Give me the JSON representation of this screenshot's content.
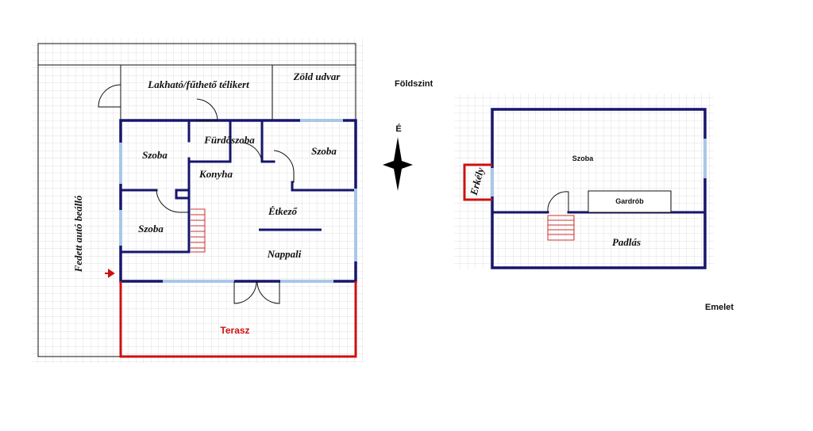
{
  "ground_floor": {
    "title": "Földszint",
    "rooms": {
      "winter_garden": "Lakható/fűthető télikert",
      "green_yard": "Zöld udvar",
      "bathroom": "Fürdőszoba",
      "room_top_left": "Szoba",
      "room_top_right": "Szoba",
      "kitchen": "Konyha",
      "dining": "Étkező",
      "room_bottom_left": "Szoba",
      "living": "Nappali",
      "terrace": "Terasz",
      "carport": "Fedett autó beálló"
    }
  },
  "compass": {
    "north_label": "É"
  },
  "upper_floor": {
    "title": "Emelet",
    "rooms": {
      "room": "Szoba",
      "wardrobe": "Gardrób",
      "balcony": "Erkély",
      "attic": "Padlás"
    }
  },
  "colors": {
    "wall": "#16166e",
    "window": "#a9c8e6",
    "terrace": "#cc1111",
    "grid": "#d8d8d8"
  }
}
